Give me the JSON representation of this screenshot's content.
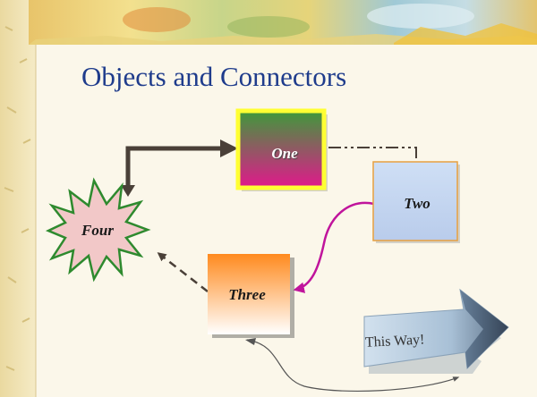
{
  "slide": {
    "title": "Objects and Connectors"
  },
  "shapes": {
    "one": "One",
    "two": "Two",
    "three": "Three",
    "four": "Four",
    "arrow": "This Way!"
  },
  "colors": {
    "title": "#1f3c8c",
    "one_top": "#3e9a3a",
    "one_bottom": "#e2188c",
    "one_border": "#ffff33",
    "two_fill": "#c8d8f0",
    "two_border": "#e8a040",
    "three_top": "#ff8a1e",
    "three_bottom": "#ffffff",
    "four_fill": "#f2c8c8",
    "four_border": "#2e8a2e",
    "connector_dark": "#4a4038",
    "connector_magenta": "#c0149c",
    "background": "#fbf7ea"
  }
}
